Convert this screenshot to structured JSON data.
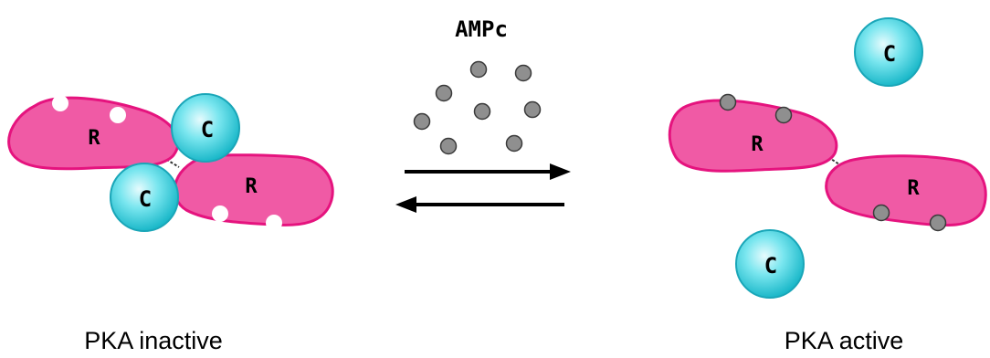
{
  "diagram": {
    "ampc_label": "AMPc",
    "regulatory_label": "R",
    "catalytic_label": "C",
    "inactive_caption": "PKA inactive",
    "active_caption": "PKA active"
  },
  "colors": {
    "regulatory_fill": "#f05aa5",
    "regulatory_stroke": "#e5137e",
    "catalytic_fill": "#36d4e2",
    "catalytic_stroke": "#1aa6b8",
    "ampc_fill": "#8f8f8f",
    "arrow": "#000000"
  }
}
